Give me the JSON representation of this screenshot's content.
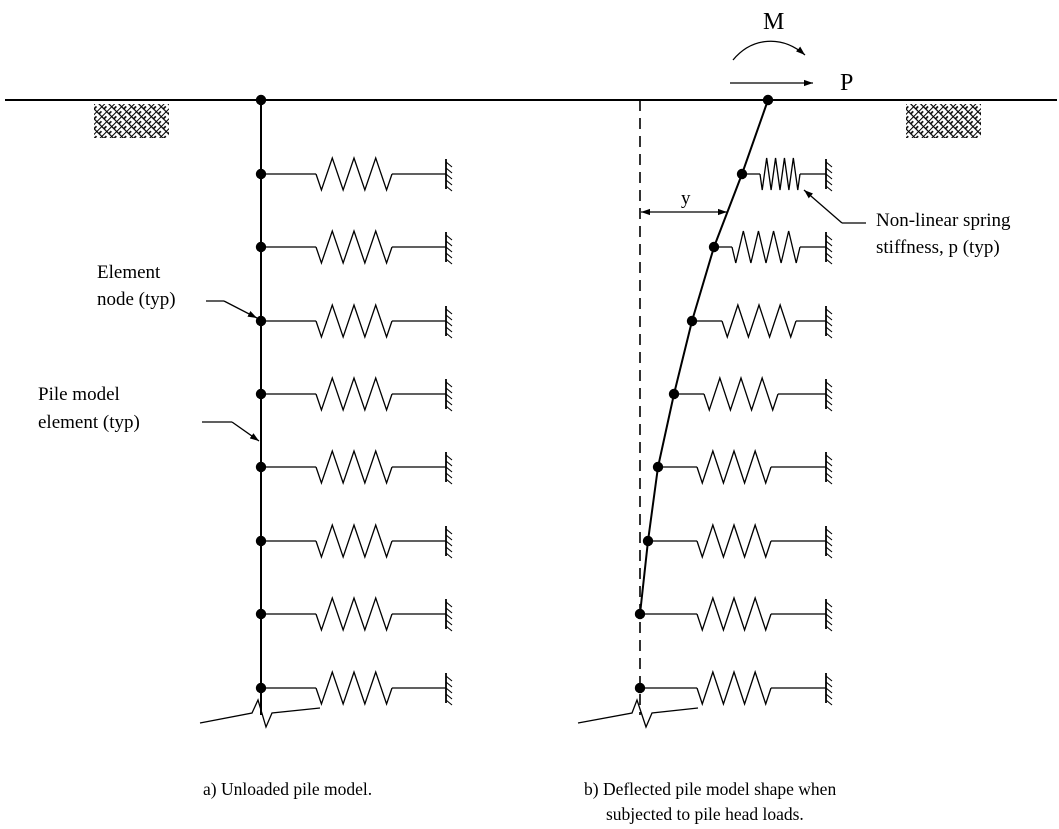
{
  "labels": {
    "moment": "M",
    "load": "P",
    "deflection": "y",
    "element_node": [
      "Element",
      "node (typ)"
    ],
    "pile_model_element": [
      "Pile model",
      "element (typ)"
    ],
    "spring_stiffness": [
      "Non-linear spring",
      "stiffness, p (typ)"
    ]
  },
  "captions": {
    "a": "a) Unloaded pile model.",
    "b_line1": "b) Deflected pile model shape when",
    "b_line2": "subjected to pile head loads."
  },
  "colors": {
    "line": "#000000",
    "background": "#ffffff"
  }
}
